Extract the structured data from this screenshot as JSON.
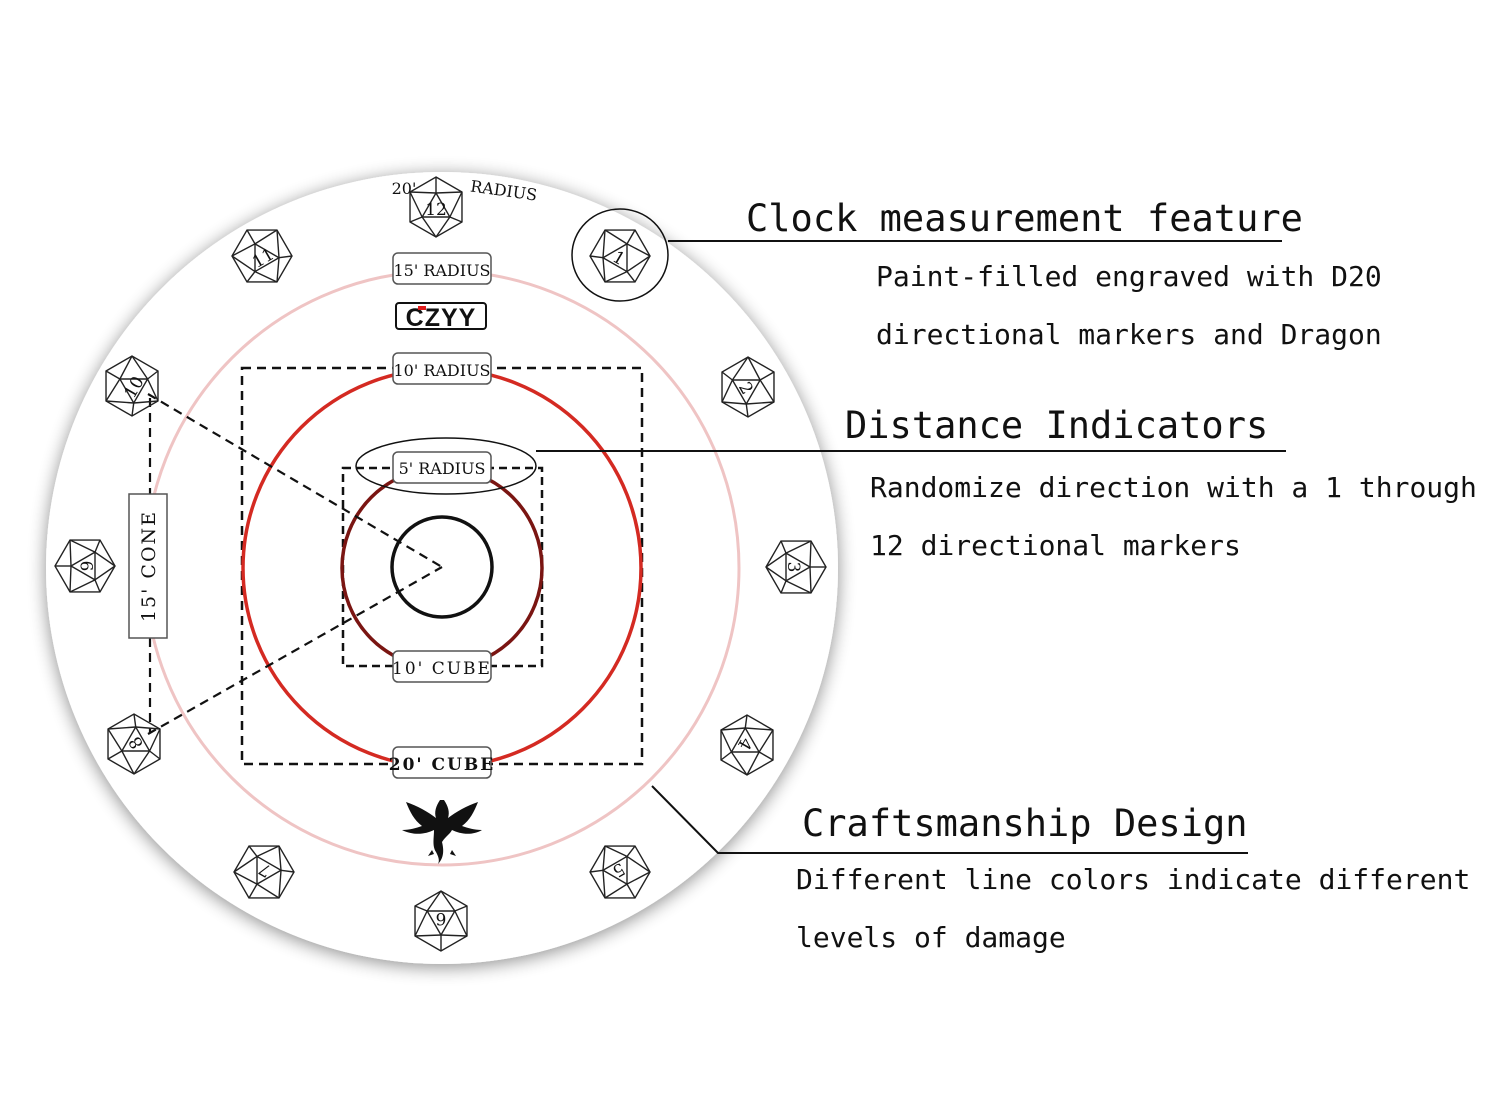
{
  "disc": {
    "labels": {
      "r20_prefix": "20'",
      "r20_suffix": "RADIUS",
      "r15": "15' RADIUS",
      "r10": "10' RADIUS",
      "r5": "5' RADIUS",
      "cube10": "10' CUBE",
      "cube20": "20' CUBE",
      "cone15": "15' CONE",
      "brand": "CZYY"
    },
    "colors": {
      "ring15": "#efc4c4",
      "ring10": "#d42a22",
      "ring5": "#7a1512",
      "center": "#111111",
      "brand_accent": "#e01b1b"
    },
    "dice": [
      {
        "num": "12",
        "icon": "d20-icon"
      },
      {
        "num": "1",
        "icon": "d20-icon"
      },
      {
        "num": "2",
        "icon": "d20-icon"
      },
      {
        "num": "3",
        "icon": "d20-icon"
      },
      {
        "num": "4",
        "icon": "d20-icon"
      },
      {
        "num": "5",
        "icon": "d20-icon"
      },
      {
        "num": "6",
        "icon": "d20-icon"
      },
      {
        "num": "7",
        "icon": "d20-icon"
      },
      {
        "num": "8",
        "icon": "d20-icon"
      },
      {
        "num": "9",
        "icon": "d20-icon"
      },
      {
        "num": "10",
        "icon": "d20-icon"
      },
      {
        "num": "11",
        "icon": "d20-icon"
      }
    ],
    "center_icon": "dragon-icon"
  },
  "callouts": [
    {
      "title": "Clock measurement feature",
      "lines": [
        "Paint-filled engraved with D20",
        "directional markers and Dragon"
      ]
    },
    {
      "title": "Distance Indicators",
      "lines": [
        "Randomize direction with a 1 through",
        "12 directional markers"
      ]
    },
    {
      "title": "Craftsmanship Design",
      "lines": [
        "Different line colors indicate different",
        "levels of damage"
      ]
    }
  ]
}
